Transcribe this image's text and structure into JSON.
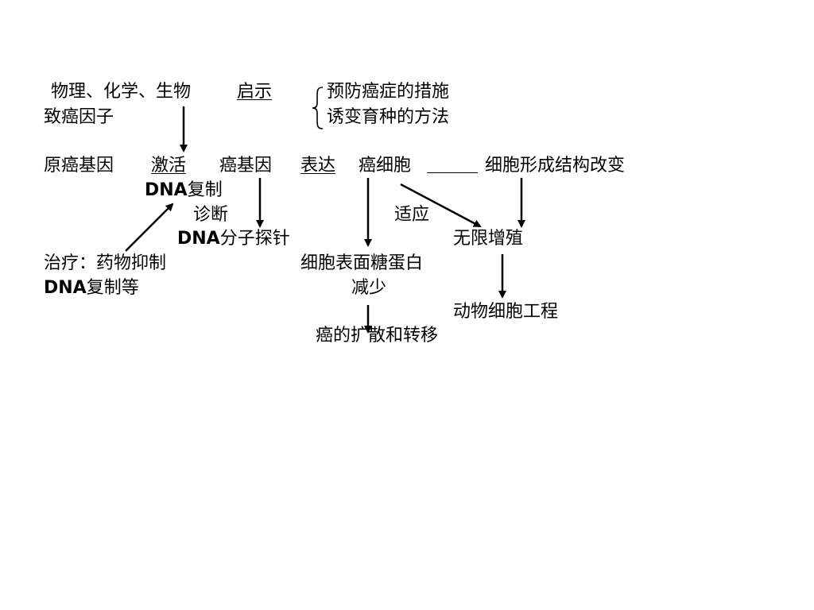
{
  "diagram": {
    "factors_top": "物理、化学、生物",
    "label_qishi": "启示",
    "brace_item_1": "预防癌症的措施",
    "brace_item_2": "诱变育种的方法",
    "factors_bottom": "致癌因子",
    "proto_oncogene": "原癌基因",
    "label_jihuo": "激活",
    "oncogene": "癌基因",
    "label_biaoda": "表达",
    "cancer_cell": "癌细胞",
    "structure_change": "细胞形成结构改变",
    "dna_replication": "DNA复制",
    "diagnosis": "诊断",
    "dna_probe": "DNA分子探针",
    "adapt": "适应",
    "unlimited_growth": "无限增殖",
    "treatment_1": "治疗：药物抑制",
    "treatment_2": "DNA复制等",
    "glycoprotein": "细胞表面糖蛋白",
    "decrease": "减少",
    "animal_cell_eng": "动物细胞工程",
    "spread": "癌的扩散和转移"
  }
}
